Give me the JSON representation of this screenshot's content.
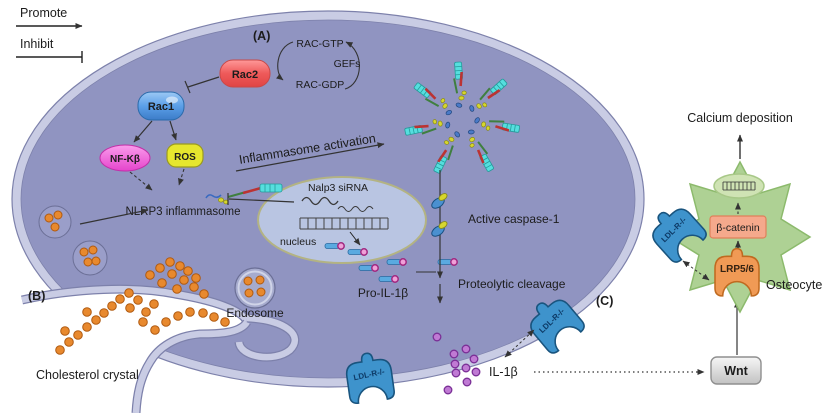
{
  "legend": {
    "promote": "Promote",
    "inhibit": "Inhibit"
  },
  "panels": {
    "a": "(A)",
    "b": "(B)",
    "c": "(C)"
  },
  "rac": {
    "rac2": "Rac2",
    "rac1": "Rac1",
    "gtp": "RAC-GTP",
    "gdp": "RAC-GDP",
    "gefs": "GEFs"
  },
  "signals": {
    "nfkb": "NF-Kβ",
    "ros": "ROS"
  },
  "inflammasome": {
    "label": "NLRP3 inflammasome",
    "activation": "Inflammasome activation"
  },
  "cell_nucleus": {
    "sirna": "Nalp3 siRNA",
    "label": "nucleus"
  },
  "il": {
    "pro": "Pro-IL-1β",
    "mature": "IL-1β",
    "caspase": "Active caspase-1",
    "cleavage": "Proteolytic cleavage"
  },
  "uptake": {
    "cholesterol": "Cholesterol crystal",
    "endosome": "Endosome"
  },
  "receptors": {
    "ldlr": "LDL-R-/-",
    "lrp": "LRP5/6"
  },
  "osteo": {
    "cell": "Osteocyte",
    "bcatenin": "β-catenin",
    "wnt": "Wnt",
    "calcium": "Calcium deposition"
  },
  "colors": {
    "cell": "#9094c1",
    "membrane": "#c9cce4",
    "nucleus_fill": "#b9c5e2",
    "nucleus_border": "#b3b383",
    "rac2_red": "#ee5a5a",
    "rac1_blue": "#5b9fe8",
    "nfkb_pink": "#f263dd",
    "ros_yellow": "#e6e62e",
    "receptor_blue": "#3e93cc",
    "receptor_orange": "#f09a55",
    "bcatenin_box": "#f5a98c",
    "osteocyte_green": "#aed194",
    "osteocyte_nucleus": "#cfe3b4",
    "cholesterol_orange": "#e8892e",
    "il1b_purple": "#c07ad4",
    "proil_bar": "#5aaae0",
    "proil_cap": "#f0a0d8",
    "cyan_segment": "#55dede",
    "wnt_gray": "#d9d9d9"
  }
}
